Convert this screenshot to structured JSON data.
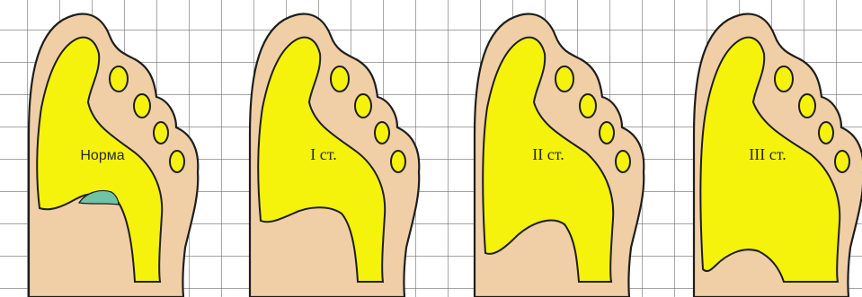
{
  "figure": {
    "panels": [
      {
        "label": "Норма",
        "stage": 0
      },
      {
        "label": "I ст.",
        "stage": 1
      },
      {
        "label": "II ст.",
        "stage": 2
      },
      {
        "label": "III ст.",
        "stage": 3
      }
    ],
    "colors": {
      "grid": "#6f6f6f",
      "skin": "#f0cfa6",
      "flattened_area": "#f5f20c",
      "arch_gap": "#6fc3a6",
      "outline": "#1e1e1e"
    }
  }
}
